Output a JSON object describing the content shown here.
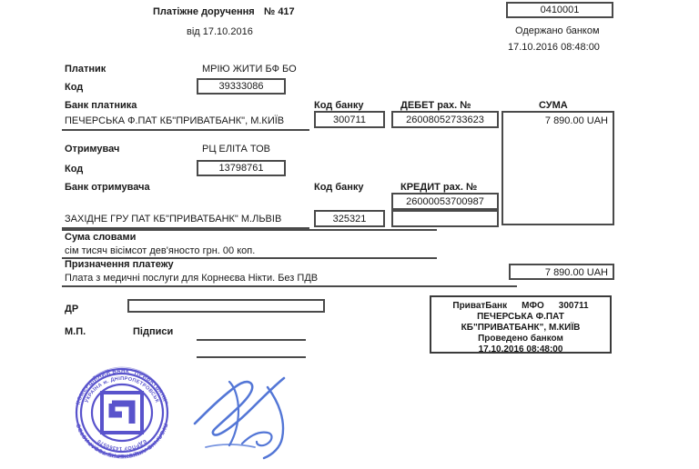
{
  "document": {
    "title": "Платіжне доручення",
    "number_label": "№ 417",
    "date_line": "від 17.10.2016",
    "form_code": "0410001",
    "received_label": "Одержано банком",
    "received_datetime": "17.10.2016 08:48:00"
  },
  "payer": {
    "label": "Платник",
    "name": "МРІЮ ЖИТИ БФ БО",
    "code_label": "Код",
    "code": "39333086",
    "bank_label": "Банк платника",
    "bank_name": "ПЕЧЕРСЬКА Ф.ПАТ КБ\"ПРИВАТБАНК\", М.КИЇВ",
    "bank_code_label": "Код банку",
    "bank_code": "300711"
  },
  "debit": {
    "label": "ДЕБЕТ рах. №",
    "account": "26008052733623"
  },
  "sum": {
    "label": "СУМА",
    "value": "7 890.00 UAH"
  },
  "recipient": {
    "label": "Отримувач",
    "name": "РЦ ЕЛІТА ТОВ",
    "code_label": "Код",
    "code": "13798761",
    "bank_label": "Банк отримувача",
    "bank_name": "ЗАХІДНЕ ГРУ ПАТ КБ\"ПРИВАТБАНК\" М.ЛЬВІВ",
    "bank_code_label": "Код банку",
    "bank_code": "325321"
  },
  "credit": {
    "label": "КРЕДИТ рах. №",
    "account": "26000053700987"
  },
  "amount_in_words": {
    "label": "Сума словами",
    "value": "сім тисяч вісімсот дев'яносто грн. 00 коп."
  },
  "purpose": {
    "label": "Призначення платежу",
    "value": "Плата з медичні послуги для Корнеєва Нікти. Без ПДВ",
    "amount": "7 890.00 UAH"
  },
  "footer": {
    "dr_label": "ДР",
    "mp_label": "М.П.",
    "signatures_label": "Підписи"
  },
  "bank_mark": {
    "bank_name": "ПриватБанк",
    "mfo_label": "МФО",
    "mfo": "300711",
    "branch_line1": "ПЕЧЕРСЬКА Ф.ПАТ",
    "branch_line2": "КБ\"ПРИВАТБАНК\", М.КИЇВ",
    "processed_label": "Проведено банком",
    "processed_datetime": "17.10.2016 08:48:00"
  },
  "stamp": {
    "name": "privatbank-round-stamp",
    "outer_text_top": "КОМЕРЦІЙНИЙ БАНК \"ПРИВАТБАНК\" ПУБЛІЧНЕ АКЦІОНЕРНЕ",
    "outer_text_bottom": "ТОВАРИСТВО КБ \"ПРИВАТБАНК\" УКРАЇНА",
    "inner_text_top": "УКРАЇНА м. ДНІПРОПЕТРОВСЬК",
    "edrpou": "14360570",
    "color": "#4b45c8"
  },
  "signature": {
    "name": "handwritten-signature",
    "color": "#4a6fd4"
  },
  "colors": {
    "ink": "#1a1a1a",
    "border": "#4a4a4a",
    "stamp_blue": "#4b45c8",
    "signature_blue": "#4a6fd4"
  }
}
